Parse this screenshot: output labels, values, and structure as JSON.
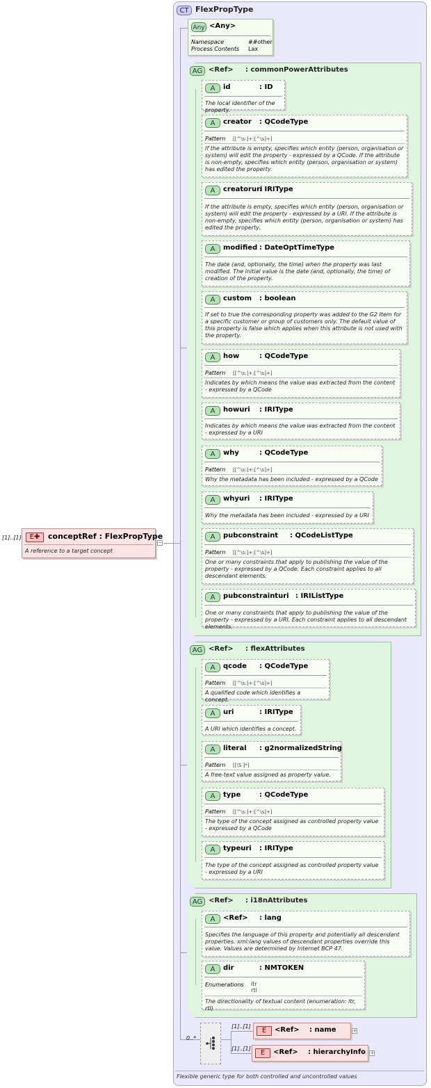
{
  "complex_type": {
    "badge": "CT",
    "title": "FlexPropType",
    "description": "Flexible generic type for both controlled and uncontrolled values"
  },
  "root_element": {
    "cardinality": "[1]..[1]",
    "badge": "E",
    "label": "conceptRef : FlexPropType",
    "description": "A reference to a target concept"
  },
  "any": {
    "badge": "Any",
    "title": "<Any>",
    "namespace_label": "Namespace",
    "namespace_value": "##other",
    "process_label": "Process Contents",
    "process_value": "Lax"
  },
  "groups": [
    {
      "badge": "AG",
      "title": "<Ref>     : commonPowerAttributes",
      "attributes": [
        {
          "badge": "A",
          "name": "id",
          "type": ": ID",
          "description": "The local identifier of the property."
        },
        {
          "badge": "A",
          "name": "creator",
          "type": ": QCodeType",
          "pattern_label": "Pattern",
          "pattern": "[[^\\s:]+:[^\\s]+]",
          "description": "If the attribute is empty, specifies which entity (person, organisation or system) will edit the property - expressed by a QCode. If the attribute is non-empty, specifies which entity (person, organisation or system) has edited the property."
        },
        {
          "badge": "A",
          "name": "creatoruri",
          "type": ": IRIType",
          "description": "If the attribute is empty, specifies which entity (person, organisation or system) will edit the property - expressed by a URI. If the attribute is non-empty, specifies which entity (person, organisation or system) has edited the property."
        },
        {
          "badge": "A",
          "name": "modified",
          "type": ": DateOptTimeType",
          "description": "The date (and, optionally, the time) when the property was last modified. The initial value is the date (and, optionally, the time) of creation of the property."
        },
        {
          "badge": "A",
          "name": "custom",
          "type": ": boolean",
          "description": "If set to true the corresponding property was added to the G2 Item for a specific customer or group of customers only. The default value of this property is false which applies when this attribute is not used with the property."
        },
        {
          "badge": "A",
          "name": "how",
          "type": ": QCodeType",
          "pattern_label": "Pattern",
          "pattern": "[[^\\s:]+:[^\\s]+]",
          "description": "Indicates by which means the value was extracted from the content - expressed by a QCode"
        },
        {
          "badge": "A",
          "name": "howuri",
          "type": ": IRIType",
          "description": "Indicates by which means the value was extracted from the content - expressed by a URI"
        },
        {
          "badge": "A",
          "name": "why",
          "type": ": QCodeType",
          "pattern_label": "Pattern",
          "pattern": "[[^\\s:]+:[^\\s]+]",
          "description": "Why the metadata has been included - expressed by a QCode"
        },
        {
          "badge": "A",
          "name": "whyuri",
          "type": ": IRIType",
          "description": "Why the metadata has been included - expressed by a URI"
        },
        {
          "badge": "A",
          "name": "pubconstraint",
          "type": ": QCodeListType",
          "pattern_label": "Pattern",
          "pattern": "[[^\\s:]+:[^\\s]+]",
          "description": "One or many constraints that apply to publishing the value of the property - expressed by a QCode. Each constraint applies to all descendant elements."
        },
        {
          "badge": "A",
          "name": "pubconstrainturi",
          "type": ": IRIListType",
          "description": "One or many constraints that apply to publishing the value of the property - expressed by a URI. Each constraint applies to all descendant elements."
        }
      ]
    },
    {
      "badge": "AG",
      "title": "<Ref>     : flexAttributes",
      "attributes": [
        {
          "badge": "A",
          "name": "qcode",
          "type": ": QCodeType",
          "pattern_label": "Pattern",
          "pattern": "[[^\\s:]+:[^\\s]+]",
          "description": "A qualified code which identifies a concept."
        },
        {
          "badge": "A",
          "name": "uri",
          "type": ": IRIType",
          "description": "A URI which identifies a concept."
        },
        {
          "badge": "A",
          "name": "literal",
          "type": ": g2normalizedString",
          "pattern_label": "Pattern",
          "pattern": "[[\\S ]*]",
          "description": "A free-text value assigned as property value."
        },
        {
          "badge": "A",
          "name": "type",
          "type": ": QCodeType",
          "pattern_label": "Pattern",
          "pattern": "[[^\\s:]+:[^\\s]+]",
          "description": "The type of the concept assigned as controlled property value - expressed by a QCode"
        },
        {
          "badge": "A",
          "name": "typeuri",
          "type": ": IRIType",
          "description": "The type of the concept assigned as controlled property value - expressed by a URI"
        }
      ]
    },
    {
      "badge": "AG",
      "title": "<Ref>     : i18nAttributes",
      "attributes": [
        {
          "badge": "A",
          "name": "<Ref>",
          "type": ": lang",
          "description": "Specifies the language of this property and potentially all descendant properties. xml:lang values of descendant properties override this value. Values are determined by Internet BCP 47."
        },
        {
          "badge": "A",
          "name": "dir",
          "type": ": NMTOKEN",
          "enum_label": "Enumerations",
          "enum_values": [
            "ltr",
            "rtl"
          ],
          "description": "The directionality of textual content (enumeration: ltr, rtl)"
        }
      ]
    }
  ],
  "sequence": {
    "cardinality": "0..*",
    "children": [
      {
        "cardinality": "[1]..[1]",
        "badge": "E",
        "ref": "<Ref>",
        "name": ": name"
      },
      {
        "cardinality": "[1]..[1]",
        "badge": "E",
        "ref": "<Ref>",
        "name": ": hierarchyInfo"
      }
    ]
  }
}
